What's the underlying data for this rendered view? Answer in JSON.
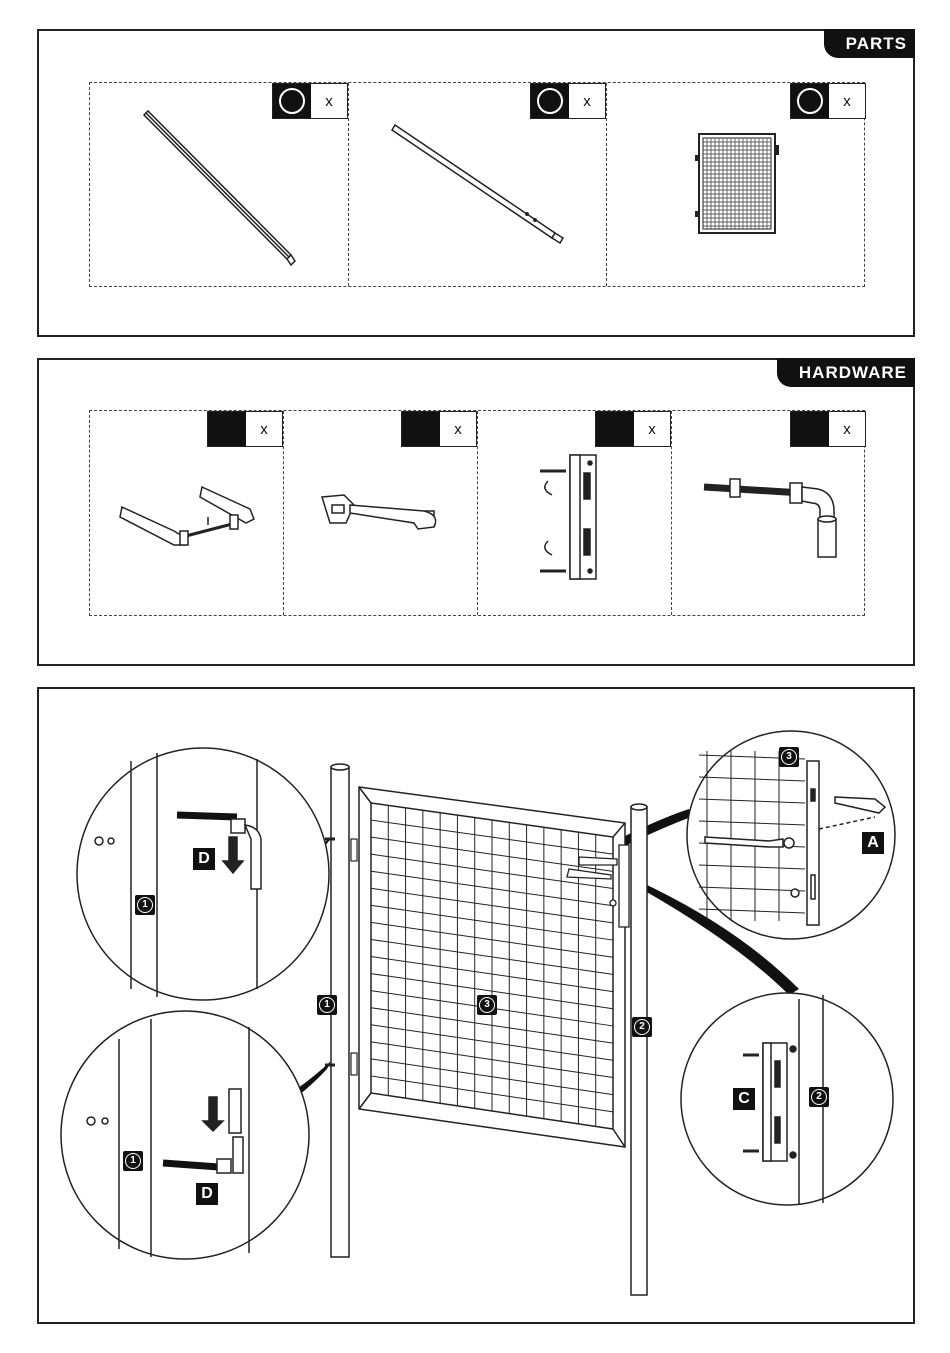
{
  "parts": {
    "tab_label": "PARTS",
    "items": [
      {
        "name": "post-long",
        "qty_suffix": "x"
      },
      {
        "name": "post-short",
        "qty_suffix": "x"
      },
      {
        "name": "gate-panel",
        "qty_suffix": "x"
      }
    ]
  },
  "hardware": {
    "tab_label": "HARDWARE",
    "items": [
      {
        "name": "handle-set",
        "qty_suffix": "x"
      },
      {
        "name": "key",
        "qty_suffix": "x"
      },
      {
        "name": "lock-keeper",
        "qty_suffix": "x"
      },
      {
        "name": "hinge-bolt",
        "qty_suffix": "x"
      }
    ]
  },
  "assembly": {
    "labels": {
      "post_1": "1",
      "post_2": "2",
      "gate_3": "3",
      "letter_a": "A",
      "letter_c": "C",
      "letter_d": "D"
    }
  },
  "colors": {
    "ink": "#111111",
    "paper": "#ffffff"
  }
}
